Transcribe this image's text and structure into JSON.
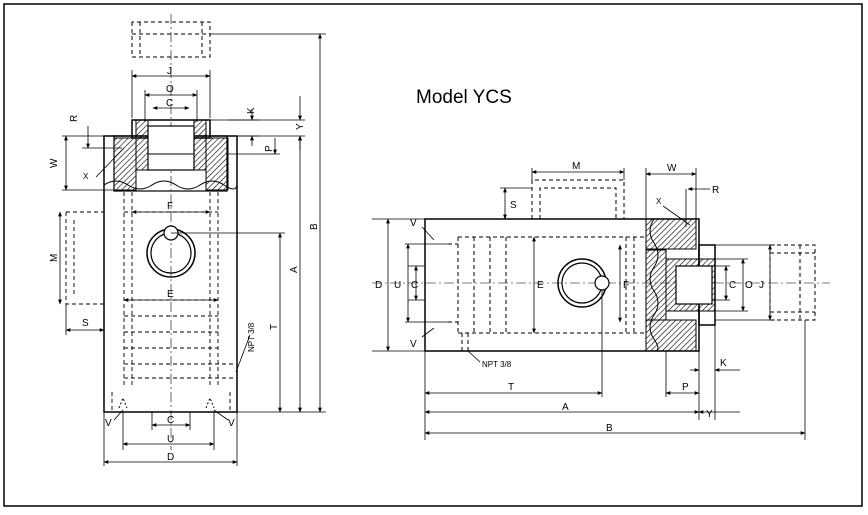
{
  "title": "Model YCS",
  "npt_label": "NPT 3/8",
  "left_view": {
    "labels": {
      "J": "J",
      "O": "O",
      "C_top": "C",
      "K": "K",
      "Y": "Y",
      "R": "R",
      "P": "P",
      "W": "W",
      "X": "X",
      "F": "F",
      "M": "M",
      "E": "E",
      "S": "S",
      "B": "B",
      "A": "A",
      "T": "T",
      "V_left": "V",
      "V_right": "V",
      "C_bottom": "C",
      "U": "U",
      "D": "D"
    }
  },
  "right_view": {
    "labels": {
      "M": "M",
      "W": "W",
      "R": "R",
      "S": "S",
      "X": "X",
      "V_top": "V",
      "V_bottom": "V",
      "D": "D",
      "U": "U",
      "C_left": "C",
      "E": "E",
      "F": "F",
      "C_right": "C",
      "O": "O",
      "J": "J",
      "T": "T",
      "P": "P",
      "K": "K",
      "A": "A",
      "Y": "Y",
      "B": "B"
    }
  }
}
